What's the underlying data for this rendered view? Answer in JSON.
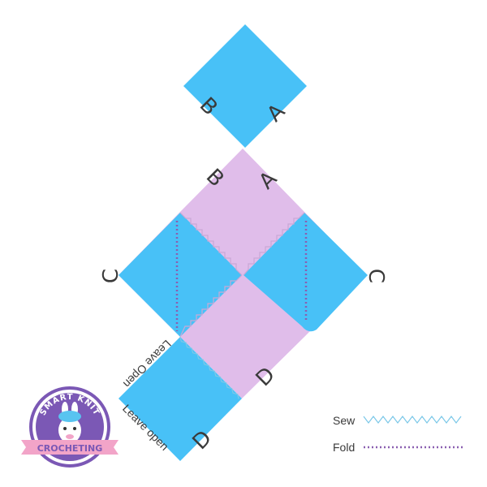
{
  "colors": {
    "blue": "#48c1f7",
    "lilac": "#e0bdea",
    "seam": "#7cc8e8",
    "fold": "#8a5fb0",
    "logo_purple": "#7b58b5",
    "logo_pink": "#f2a4c8"
  },
  "labels": {
    "top_a": "A",
    "top_b": "B",
    "mid_a": "A",
    "mid_b": "B",
    "left_c": "C",
    "right_c": "C",
    "lower_d": "D",
    "bottom_d": "D",
    "leave_open_1": "Leave Open",
    "leave_open_2": "Leave open"
  },
  "legend": {
    "sew_label": "Sew",
    "fold_label": "Fold"
  },
  "logo": {
    "arc_text": "SMART KNIT",
    "ribbon_text": "CROCHETING"
  }
}
